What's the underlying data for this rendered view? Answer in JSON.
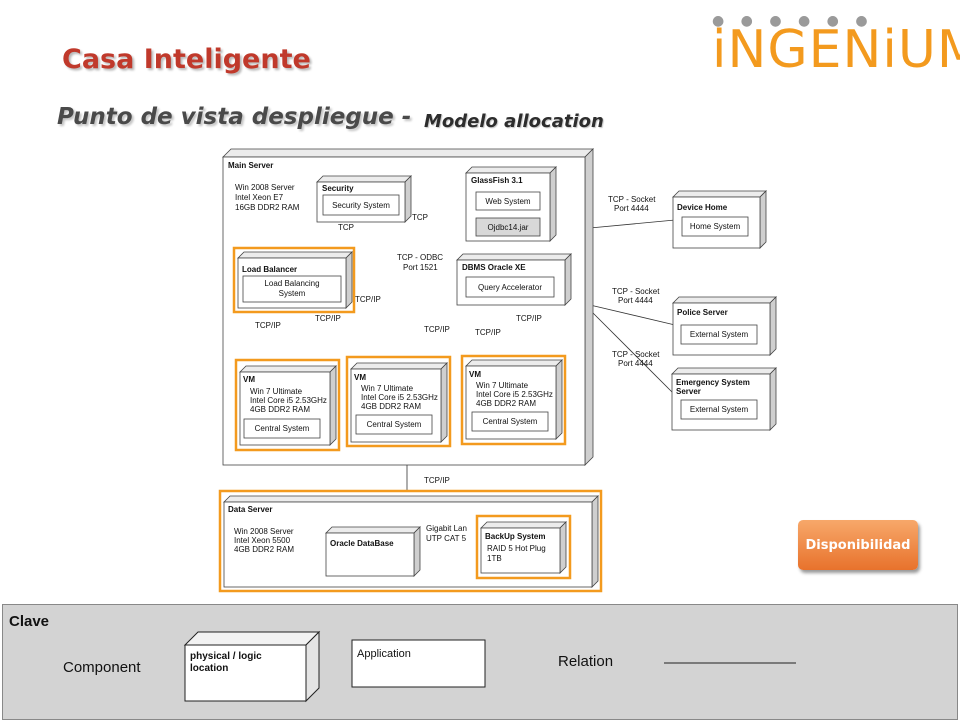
{
  "header": {
    "title": "Casa Inteligente",
    "subtitle_prefix": "Punto de vista despliegue -",
    "subtitle_suffix": "Modelo allocation",
    "logo_text": "iNGENiUM",
    "accent_color": "#f39a1e",
    "title_color": "#c0392b"
  },
  "diagram": {
    "main_server": {
      "name": "Main Server",
      "specs": [
        "Win 2008 Server",
        "Intel Xeon E7",
        "16GB DDR2 RAM"
      ],
      "security": {
        "name": "Security",
        "component": "Security System"
      },
      "glassfish": {
        "name": "GlassFish 3.1",
        "component1": "Web System",
        "component2": "Ojdbc14.jar"
      },
      "load_balancer": {
        "name": "Load Balancer",
        "component_line1": "Load Balancing",
        "component_line2": "System"
      },
      "dbms": {
        "name": "DBMS Oracle XE",
        "component": "Query Accelerator"
      },
      "vms": [
        {
          "name": "VM",
          "specs": [
            "Win 7 Ultimate",
            "Intel Core i5 2.53GHz",
            "4GB DDR2 RAM"
          ],
          "component": "Central System"
        },
        {
          "name": "VM",
          "specs": [
            "Win 7 Ultimate",
            "Intel Core i5 2.53GHz",
            "4GB DDR2 RAM"
          ],
          "component": "Central System"
        },
        {
          "name": "VM",
          "specs": [
            "Win 7 Ultimate",
            "Intel Core i5 2.53GHz",
            "4GB DDR2 RAM"
          ],
          "component": "Central System"
        }
      ]
    },
    "external": [
      {
        "name": "Device Home",
        "component": "Home System",
        "link_line1": "TCP - Socket",
        "link_line2": "Port 4444"
      },
      {
        "name": "Police Server",
        "component": "External System",
        "link_line1": "TCP - Socket",
        "link_line2": "Port 4444"
      },
      {
        "name_line1": "Emergency System",
        "name_line2": "Server",
        "component": "External System",
        "link_line1": "TCP - Socket",
        "link_line2": "Port 4444"
      }
    ],
    "data_server": {
      "name": "Data Server",
      "specs": [
        "Win 2008 Server",
        "Intel Xeon 5500",
        "4GB DDR2 RAM"
      ],
      "oracle": "Oracle DataBase",
      "link_line1": "Gigabit Lan",
      "link_line2": "UTP CAT 5",
      "backup": {
        "name": "BackUp System",
        "specs": [
          "RAID 5 Hot Plug",
          "1TB"
        ]
      }
    },
    "edge_labels": {
      "tcp": "TCP",
      "tcp_ip": "TCP/IP",
      "odbc_line1": "TCP - ODBC",
      "odbc_line2": "Port 1521"
    }
  },
  "button": {
    "label": "Disponibilidad",
    "color": "#e8722c"
  },
  "legend": {
    "title": "Clave",
    "component_label": "Component",
    "node_line1": "physical / logic",
    "node_line2": "location",
    "application_label": "Application",
    "relation_label": "Relation"
  }
}
